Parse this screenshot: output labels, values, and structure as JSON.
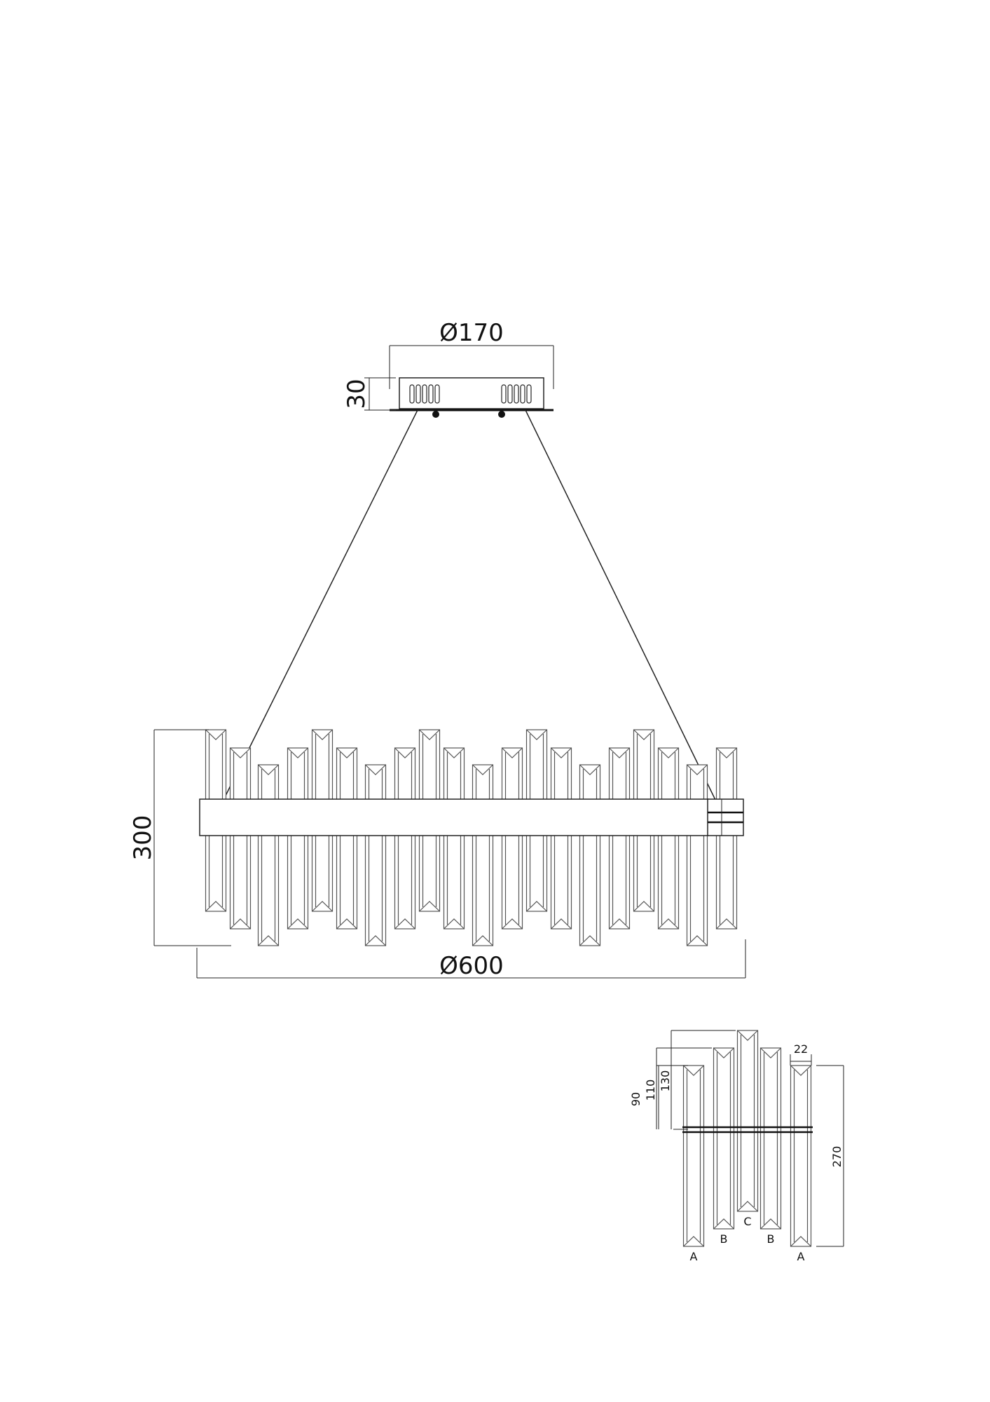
{
  "dimensions": {
    "canopy_diameter": "Ø170",
    "canopy_height": "30",
    "overall_height": "300",
    "overall_diameter": "Ø600"
  },
  "detail": {
    "offsets": [
      "90",
      "110",
      "130"
    ],
    "crystal_width": "22",
    "crystal_length": "270",
    "crystal_labels": [
      "A",
      "B",
      "C",
      "B",
      "A"
    ]
  },
  "colors": {
    "line": "#222222",
    "crystal_edge": "#555555",
    "background": "#ffffff"
  }
}
